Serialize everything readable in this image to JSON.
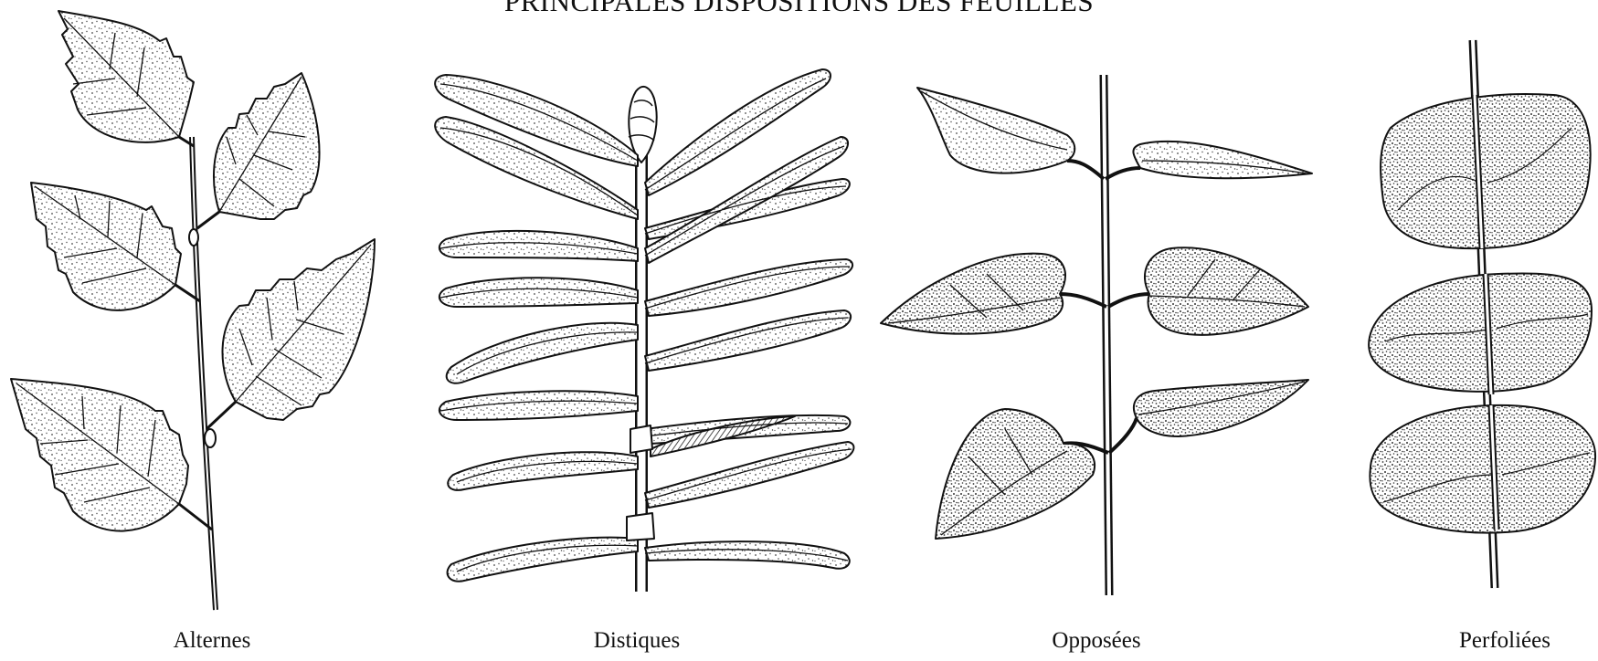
{
  "title": "PRINCIPALES DISPOSITIONS DES FEUILLES",
  "figures": [
    {
      "label": "Alternes",
      "icon": "alternate-leaf-arrangement-icon"
    },
    {
      "label": "Distiques",
      "icon": "distichous-leaf-arrangement-icon"
    },
    {
      "label": "Opposées",
      "icon": "opposite-leaf-arrangement-icon"
    },
    {
      "label": "Perfoliées",
      "icon": "perfoliate-leaf-arrangement-icon"
    }
  ],
  "colors": {
    "ink": "#111111",
    "paper": "#ffffff",
    "stipple": "#555555"
  }
}
